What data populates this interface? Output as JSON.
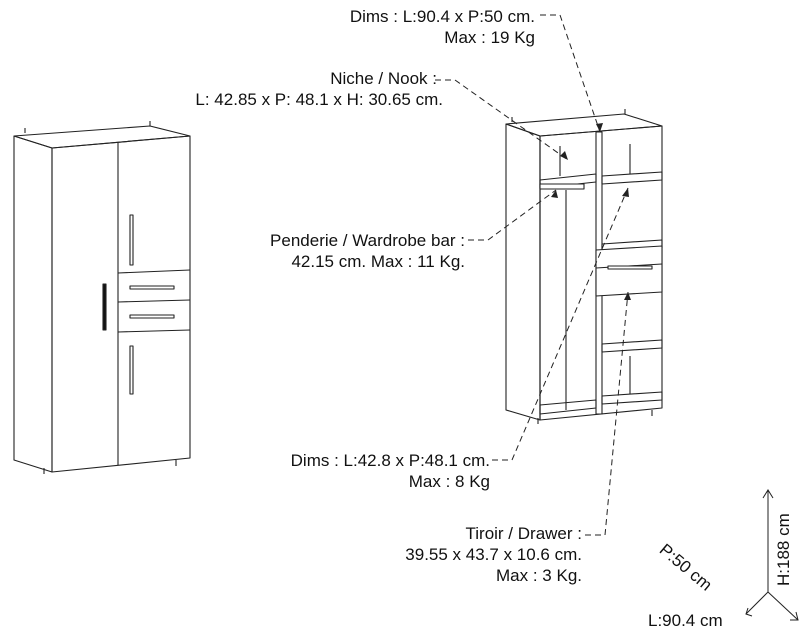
{
  "annotations": {
    "dims_outer": {
      "line1": "Dims : L:90.4 x P:50 cm.",
      "line2": "Max : 19 Kg"
    },
    "niche": {
      "line1": "Niche / Nook :",
      "line2": "L: 42.85 x P: 48.1 x H: 30.65 cm."
    },
    "wardrobe_bar": {
      "line1": "Penderie / Wardrobe bar :",
      "line2": "42.15 cm. Max : 11 Kg."
    },
    "dims_shelf": {
      "line1": "Dims : L:42.8 x P:48.1 cm.",
      "line2": "Max : 8 Kg"
    },
    "drawer": {
      "line1": "Tiroir / Drawer :",
      "line2": "39.55 x 43.7 x 10.6 cm.",
      "line3": "Max : 3 Kg."
    }
  },
  "axes": {
    "depth": "P:50 cm",
    "height": "H:188 cm",
    "length": "L:90.4 cm"
  }
}
